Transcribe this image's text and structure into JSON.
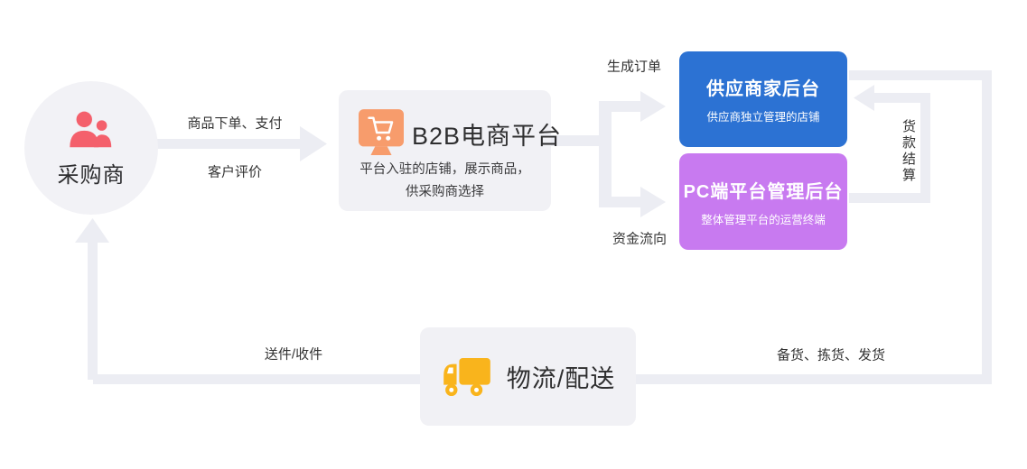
{
  "diagram_title": "B2B e-commerce platform flow diagram",
  "colors": {
    "background": "#ffffff",
    "node_gray": "#f1f1f5",
    "arrow_gray": "#ecedf3",
    "supplier_blue": "#2c72d3",
    "pcadmin_purple": "#c87af0",
    "buyer_coral": "#f4606c",
    "platform_orange": "#f79c6c",
    "truck_yellow": "#f9b41c",
    "text_dark": "#333333"
  },
  "nodes": {
    "buyer": {
      "label": "采购商",
      "icon": "people-icon"
    },
    "platform": {
      "title": "B2B电商平台",
      "desc_line1": "平台入驻的店铺，展示商品，",
      "desc_line2": "供采购商选择",
      "icon": "monitor-cart-icon"
    },
    "supplier_backend": {
      "title": "供应商家后台",
      "subtitle": "供应商独立管理的店铺"
    },
    "pc_admin": {
      "title": "PC端平台管理后台",
      "subtitle": "整体管理平台的运营终端"
    },
    "logistics": {
      "title": "物流/配送",
      "icon": "truck-icon"
    }
  },
  "edges": {
    "order_pay": "商品下单、支付",
    "review": "客户评价",
    "create_order": "生成订单",
    "fund_flow": "资金流向",
    "settlement": "货款结算",
    "delivery": "送件/收件",
    "fulfillment": "备货、拣货、发货"
  }
}
